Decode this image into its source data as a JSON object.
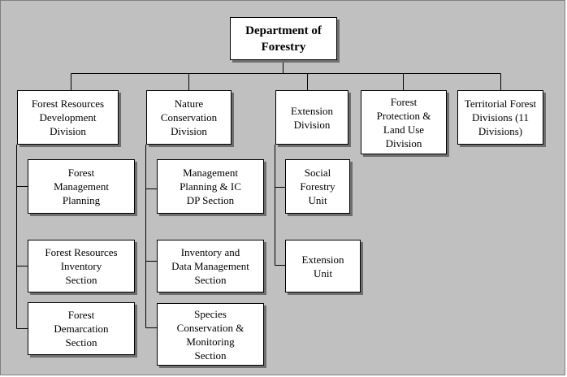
{
  "root": "Department of\nForestry",
  "divisions": [
    {
      "name": "Forest Resources\nDevelopment\nDivision",
      "sections": [
        "Forest\nManagement\nPlanning",
        "Forest Resources\nInventory\nSection",
        "Forest\nDemarcation\nSection"
      ]
    },
    {
      "name": "Nature\nConservation\nDivision",
      "sections": [
        "Management\nPlanning & IC\nDP Section",
        "Inventory and\nData Management\nSection",
        "Species\nConservation &\nMonitoring\nSection"
      ]
    },
    {
      "name": "Extension\nDivision",
      "sections": [
        "Social\nForestry\nUnit",
        "Extension\nUnit"
      ]
    },
    {
      "name": "Forest\nProtection &\nLand Use\nDivision",
      "sections": []
    },
    {
      "name": "Territorial Forest\nDivisions (11\nDivisions)",
      "sections": []
    }
  ]
}
